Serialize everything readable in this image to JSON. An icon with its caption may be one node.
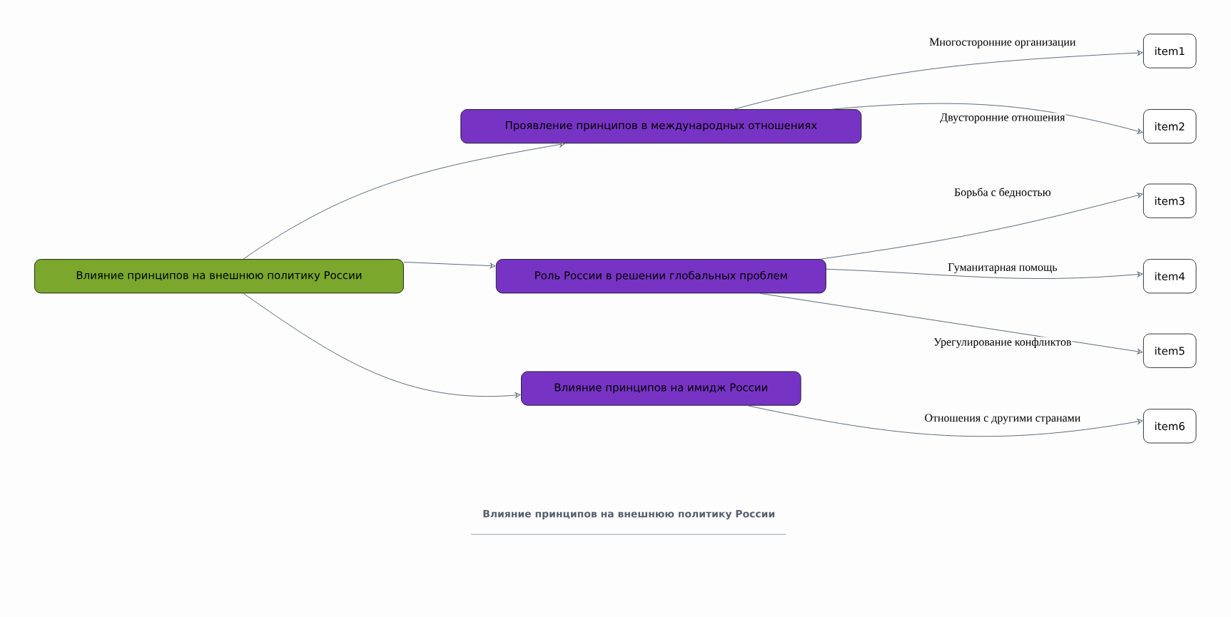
{
  "diagram": {
    "caption": "Влияние принципов на внешнюю политику России",
    "nodes": [
      {
        "text": [
          "Влияние принципов на внешнюю политику России"
        ]
      },
      {
        "text": [
          "Проявление принципов в международных отношениях"
        ]
      },
      {
        "text": [
          "Роль России в решении глобальных проблем"
        ]
      },
      {
        "text": [
          "Влияние принципов на имидж России"
        ]
      },
      {
        "text": [
          "item1"
        ]
      },
      {
        "text": [
          "item2"
        ]
      },
      {
        "text": [
          "item3"
        ]
      },
      {
        "text": [
          "item4"
        ]
      },
      {
        "text": [
          "item5"
        ]
      },
      {
        "text": [
          "item6"
        ]
      }
    ],
    "edges": [
      {
        "from": 0,
        "to": 1,
        "arrow": "to"
      },
      {
        "from": 0,
        "to": 2,
        "arrow": "to"
      },
      {
        "from": 0,
        "to": 3,
        "arrow": "to"
      },
      {
        "from": 1,
        "to": 4,
        "arrow": "to",
        "label": "Многосторонние организации"
      },
      {
        "from": 1,
        "to": 5,
        "arrow": "to",
        "label": "Двусторонние отношения"
      },
      {
        "from": 2,
        "to": 6,
        "arrow": "to",
        "label": "Борьба с бедностью"
      },
      {
        "from": 2,
        "to": 7,
        "arrow": "to",
        "label": "Гуманитарная помощь"
      },
      {
        "from": 2,
        "to": 8,
        "arrow": "to",
        "label": "Урегулирование конфликтов"
      },
      {
        "from": 3,
        "to": 9,
        "arrow": "to",
        "label": "Отношения с другими странами"
      }
    ]
  }
}
